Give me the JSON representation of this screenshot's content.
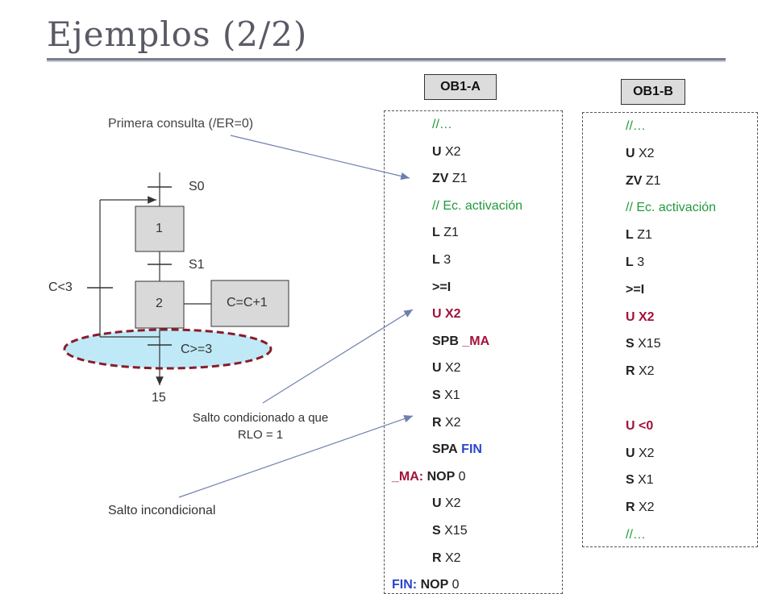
{
  "title": "Ejemplos (2/2)",
  "ob1a": {
    "label": "OB1-A",
    "lines": [
      {
        "parts": [
          {
            "t": "//…",
            "c": "comment"
          }
        ]
      },
      {
        "parts": [
          {
            "t": "U",
            "c": "b"
          },
          {
            "t": " X2",
            "c": ""
          }
        ]
      },
      {
        "parts": [
          {
            "t": "ZV",
            "c": "b"
          },
          {
            "t": " Z1",
            "c": ""
          }
        ]
      },
      {
        "parts": [
          {
            "t": "// Ec. activación",
            "c": "comment"
          }
        ]
      },
      {
        "parts": [
          {
            "t": "L",
            "c": "b"
          },
          {
            "t": " Z1",
            "c": ""
          }
        ]
      },
      {
        "parts": [
          {
            "t": "L",
            "c": "b"
          },
          {
            "t": " 3",
            "c": ""
          }
        ]
      },
      {
        "parts": [
          {
            "t": ">=I",
            "c": "b"
          }
        ]
      },
      {
        "parts": [
          {
            "t": "U X2",
            "c": "red"
          }
        ]
      },
      {
        "parts": [
          {
            "t": "SPB",
            "c": "b"
          },
          {
            "t": "  ",
            "c": ""
          },
          {
            "t": "_MA",
            "c": "red"
          }
        ]
      },
      {
        "parts": [
          {
            "t": "U",
            "c": "b"
          },
          {
            "t": " X2",
            "c": ""
          }
        ]
      },
      {
        "parts": [
          {
            "t": "S",
            "c": "b"
          },
          {
            "t": " X1",
            "c": ""
          }
        ]
      },
      {
        "parts": [
          {
            "t": "R",
            "c": "b"
          },
          {
            "t": " X2",
            "c": ""
          }
        ]
      },
      {
        "parts": [
          {
            "t": "SPA",
            "c": "b"
          },
          {
            "t": "  ",
            "c": ""
          },
          {
            "t": "FIN",
            "c": "blue"
          }
        ]
      },
      {
        "parts": [
          {
            "t": "_MA:",
            "c": "red"
          },
          {
            "t": " ",
            "c": ""
          },
          {
            "t": "NOP",
            "c": "b"
          },
          {
            "t": " 0",
            "c": ""
          }
        ],
        "outdent": true
      },
      {
        "parts": [
          {
            "t": "U",
            "c": "b"
          },
          {
            "t": " X2",
            "c": ""
          }
        ]
      },
      {
        "parts": [
          {
            "t": "S",
            "c": "b"
          },
          {
            "t": " X15",
            "c": ""
          }
        ]
      },
      {
        "parts": [
          {
            "t": "R",
            "c": "b"
          },
          {
            "t": " X2",
            "c": ""
          }
        ]
      },
      {
        "parts": [
          {
            "t": "FIN:",
            "c": "blue"
          },
          {
            "t": " ",
            "c": ""
          },
          {
            "t": "NOP",
            "c": "b"
          },
          {
            "t": " 0",
            "c": ""
          }
        ],
        "outdent": true
      }
    ]
  },
  "ob1b": {
    "label": "OB1-B",
    "lines": [
      {
        "parts": [
          {
            "t": "//…",
            "c": "comment"
          }
        ]
      },
      {
        "parts": [
          {
            "t": "U",
            "c": "b"
          },
          {
            "t": " X2",
            "c": ""
          }
        ]
      },
      {
        "parts": [
          {
            "t": "ZV",
            "c": "b"
          },
          {
            "t": " Z1",
            "c": ""
          }
        ]
      },
      {
        "parts": [
          {
            "t": "// Ec. activación",
            "c": "comment"
          }
        ]
      },
      {
        "parts": [
          {
            "t": "L",
            "c": "b"
          },
          {
            "t": " Z1",
            "c": ""
          }
        ]
      },
      {
        "parts": [
          {
            "t": "L",
            "c": "b"
          },
          {
            "t": " 3",
            "c": ""
          }
        ]
      },
      {
        "parts": [
          {
            "t": ">=I",
            "c": "b"
          }
        ]
      },
      {
        "parts": [
          {
            "t": "U X2",
            "c": "red"
          }
        ]
      },
      {
        "parts": [
          {
            "t": "S",
            "c": "b"
          },
          {
            "t": " X15",
            "c": ""
          }
        ]
      },
      {
        "parts": [
          {
            "t": "R",
            "c": "b"
          },
          {
            "t": " X2",
            "c": ""
          }
        ]
      },
      {
        "parts": [],
        "gap": true
      },
      {
        "parts": [
          {
            "t": "U <0",
            "c": "red"
          }
        ]
      },
      {
        "parts": [
          {
            "t": "U",
            "c": "b"
          },
          {
            "t": " X2",
            "c": ""
          }
        ]
      },
      {
        "parts": [
          {
            "t": "S",
            "c": "b"
          },
          {
            "t": " X1",
            "c": ""
          }
        ]
      },
      {
        "parts": [
          {
            "t": "R",
            "c": "b"
          },
          {
            "t": " X2",
            "c": ""
          }
        ]
      },
      {
        "parts": [
          {
            "t": "//…",
            "c": "comment"
          }
        ]
      }
    ]
  },
  "grafcet": {
    "s0_label": "S0",
    "s1_label": "S1",
    "step1": "1",
    "step2": "2",
    "action": "C=C+1",
    "cond_back": "C<3",
    "cond_fwd": "C>=3",
    "next_step": "15"
  },
  "notes": {
    "first_query": "Primera consulta (/ER=0)",
    "cond_jump": "Salto condicionado a que RLO = 1",
    "uncond_jump": "Salto incondicional"
  },
  "colors": {
    "comment": "#1f9b3a",
    "label_red": "#a3123a",
    "label_blue": "#2a45c9",
    "ellipse_fill": "#bfe9f7",
    "ellipse_stroke": "#8a1a2a",
    "arrow": "#6f7fb0"
  }
}
